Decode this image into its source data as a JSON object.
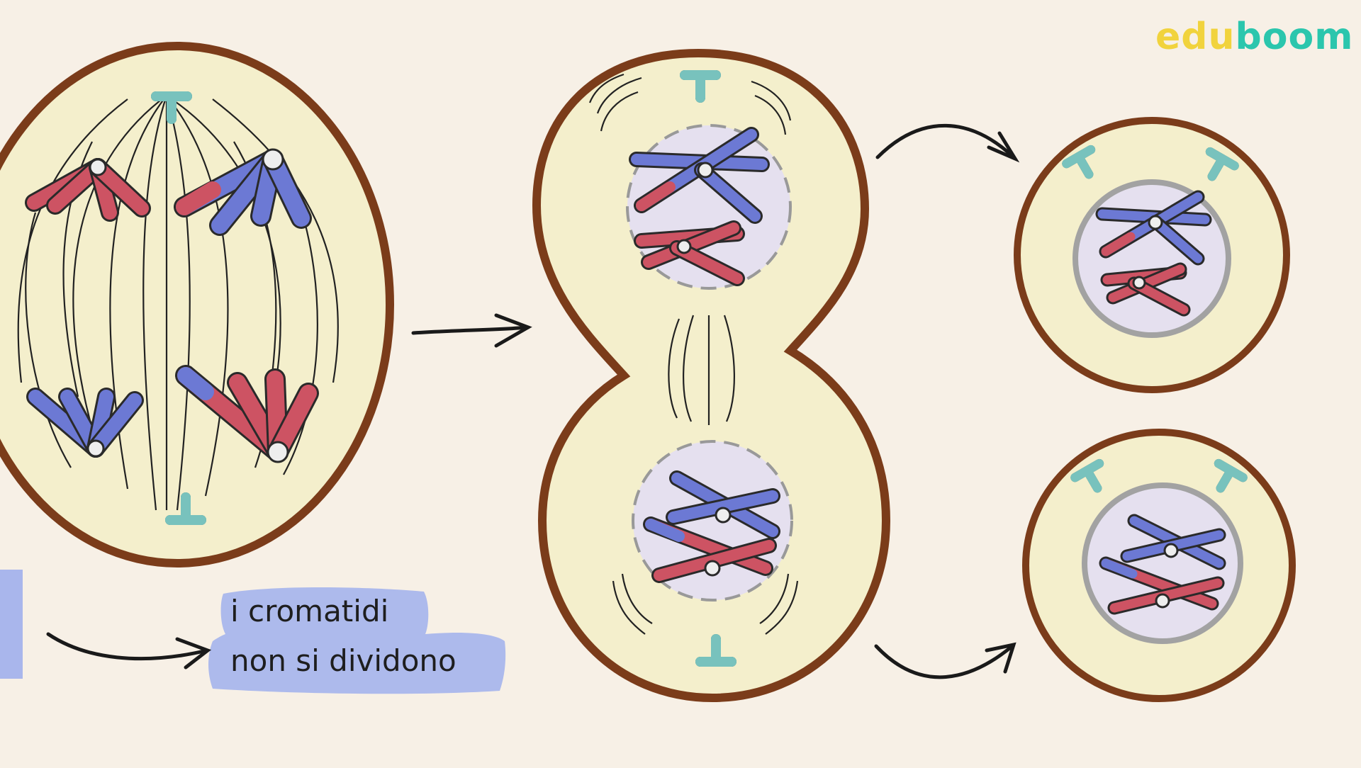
{
  "logo": {
    "part1": "edu",
    "part2": "boom"
  },
  "caption": {
    "line1": "i cromatidi",
    "line2": "non si dividono"
  },
  "colors": {
    "background": "#f7f0e6",
    "cytoplasm": "#f4efcc",
    "membrane": "#7b3c1a",
    "nucleus": "#e5e0ef",
    "chromosome_blue": "#6c79d4",
    "chromosome_red": "#cd5363",
    "centrosome": "#78c2bd",
    "highlight": "#a9b6ec",
    "logo_yellow": "#f1d33d",
    "logo_teal": "#2bc6ad"
  },
  "icons": [
    "centrosome-icon",
    "chromosome-icon",
    "arrow-icon"
  ]
}
